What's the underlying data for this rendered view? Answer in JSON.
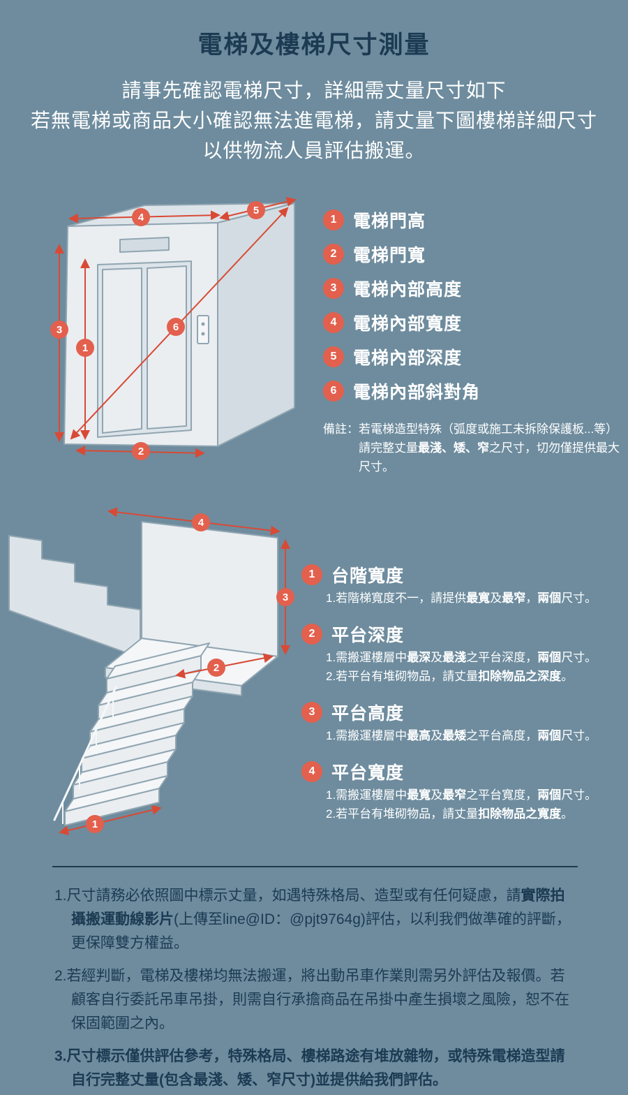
{
  "colors": {
    "background": "#6e8c9e",
    "navy": "#1c3a52",
    "accent": "#e2604d",
    "measure": "#d84a35"
  },
  "page": {
    "title": "電梯及樓梯尺寸測量",
    "intro_lines": [
      "請事先確認電梯尺寸，詳細需丈量尺寸如下",
      "若無電梯或商品大小確認無法進電梯，請丈量下圖樓梯詳細尺寸",
      "以供物流人員評估搬運。"
    ]
  },
  "elevator": {
    "items": [
      {
        "num": "1",
        "label": "電梯門高"
      },
      {
        "num": "2",
        "label": "電梯門寬"
      },
      {
        "num": "3",
        "label": "電梯內部高度"
      },
      {
        "num": "4",
        "label": "電梯內部寬度"
      },
      {
        "num": "5",
        "label": "電梯內部深度"
      },
      {
        "num": "6",
        "label": "電梯內部斜對角"
      }
    ],
    "note_prefix": "備註：",
    "note_segments": [
      {
        "t": "若電梯造型特殊（弧度或施工未拆除保護板...等）請完整丈量",
        "b": false
      },
      {
        "t": "最淺、矮、窄",
        "b": true
      },
      {
        "t": "之尺寸，切勿僅提供最大尺寸。",
        "b": false
      }
    ]
  },
  "stairs": {
    "items": [
      {
        "num": "1",
        "title": "台階寬度",
        "details": [
          [
            {
              "t": "1.若階梯寬度不一，請提供",
              "b": false
            },
            {
              "t": "最寬",
              "b": true
            },
            {
              "t": "及",
              "b": false
            },
            {
              "t": "最窄",
              "b": true
            },
            {
              "t": "，",
              "b": false
            },
            {
              "t": "兩個",
              "b": true
            },
            {
              "t": "尺寸。",
              "b": false
            }
          ]
        ]
      },
      {
        "num": "2",
        "title": "平台深度",
        "details": [
          [
            {
              "t": "1.需搬運樓層中",
              "b": false
            },
            {
              "t": "最深",
              "b": true
            },
            {
              "t": "及",
              "b": false
            },
            {
              "t": "最淺",
              "b": true
            },
            {
              "t": "之平台深度，",
              "b": false
            },
            {
              "t": "兩個",
              "b": true
            },
            {
              "t": "尺寸。",
              "b": false
            }
          ],
          [
            {
              "t": "2.若平台有堆砌物品，請丈量",
              "b": false
            },
            {
              "t": "扣除物品之深度",
              "b": true
            },
            {
              "t": "。",
              "b": false
            }
          ]
        ]
      },
      {
        "num": "3",
        "title": "平台高度",
        "details": [
          [
            {
              "t": "1.需搬運樓層中",
              "b": false
            },
            {
              "t": "最高",
              "b": true
            },
            {
              "t": "及",
              "b": false
            },
            {
              "t": "最矮",
              "b": true
            },
            {
              "t": "之平台高度，",
              "b": false
            },
            {
              "t": "兩個",
              "b": true
            },
            {
              "t": "尺寸。",
              "b": false
            }
          ]
        ]
      },
      {
        "num": "4",
        "title": "平台寬度",
        "details": [
          [
            {
              "t": "1.需搬運樓層中",
              "b": false
            },
            {
              "t": "最寬",
              "b": true
            },
            {
              "t": "及",
              "b": false
            },
            {
              "t": "最窄",
              "b": true
            },
            {
              "t": "之平台寬度，",
              "b": false
            },
            {
              "t": "兩個",
              "b": true
            },
            {
              "t": "尺寸。",
              "b": false
            }
          ],
          [
            {
              "t": "2.若平台有堆砌物品，請丈量",
              "b": false
            },
            {
              "t": "扣除物品之寬度",
              "b": true
            },
            {
              "t": "。",
              "b": false
            }
          ]
        ]
      }
    ]
  },
  "footer": {
    "notes": [
      [
        {
          "t": "1.尺寸請務必依照圖中標示丈量，如遇特殊格局、造型或有任何疑慮，請",
          "b": false
        },
        {
          "t": "實際拍攝搬運動線影片",
          "b": true
        },
        {
          "t": "(上傳至line@ID：@pjt9764g)評估，以利我們做準確的評斷，更保障雙方權益。",
          "b": false
        }
      ],
      [
        {
          "t": "2.若經判斷，電梯及樓梯均無法搬運，將出動吊車作業則需另外評估及報價。若顧客自行委託吊車吊掛，則需自行承擔商品在吊掛中產生損壞之風險，恕不在保固範圍之內。",
          "b": false
        }
      ],
      [
        {
          "t": "3.尺寸標示僅供評估參考，特殊格局、樓梯路途有堆放雜物，或特殊電梯造型請自行完整丈量(包含最淺、矮、窄尺寸)並提供給我們評估。",
          "b": true
        }
      ]
    ]
  }
}
